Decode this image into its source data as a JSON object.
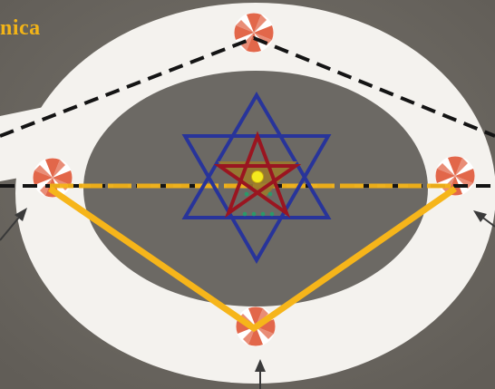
{
  "caption": "nica",
  "colors": {
    "ground": "#6e6a64",
    "ring": "#f4f2ee",
    "inner_ground": "#6c6964",
    "marker_red": "#e2674a",
    "dashed_line": "#141414",
    "orange_line": "#f6b51a",
    "hexagram": "#28349a",
    "pentagram": "#9a1520",
    "triangle": "#9a7a2c",
    "center_dot": "#f4ea1e",
    "dots": "#2a9a6a",
    "arrows": "#3a3a3a"
  },
  "icons": [
    "quartered-circle-marker",
    "hexagram",
    "pentagram",
    "triangle",
    "arrow"
  ]
}
